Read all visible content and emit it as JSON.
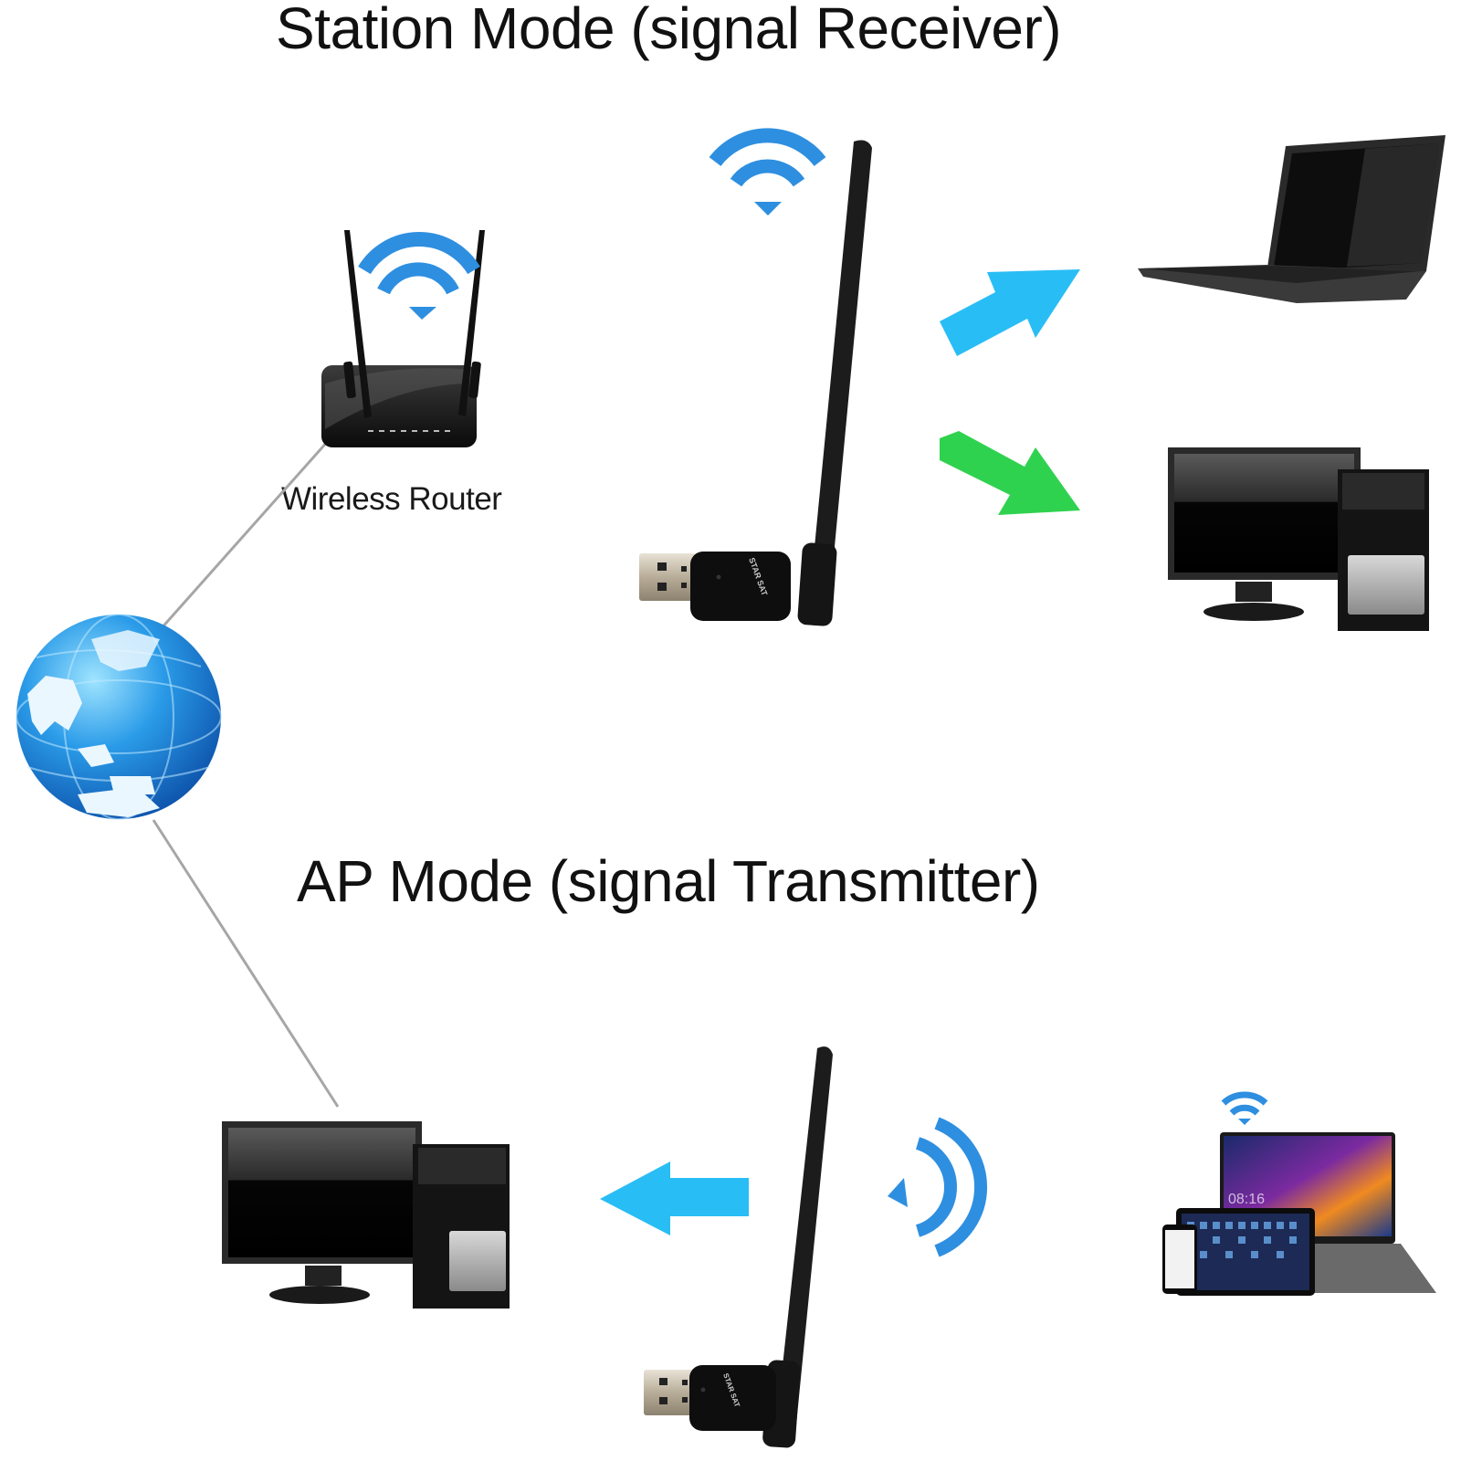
{
  "diagram": {
    "station_mode": {
      "title": "Station Mode (signal Receiver)",
      "router_label": "Wireless Router",
      "adapter_brand": "STAR SAT",
      "targets": [
        "laptop",
        "desktop-computer"
      ],
      "arrow_colors": {
        "to_laptop": "#29bdf5",
        "to_desktop": "#2fd24f"
      }
    },
    "ap_mode": {
      "title": "AP Mode (signal Transmitter)",
      "adapter_brand": "STAR SAT",
      "source_devices": [
        "laptop",
        "tablet",
        "smartphone"
      ],
      "device_screen_time": "08:16",
      "arrow_color": "#29bdf5"
    },
    "colors": {
      "wifi_icon": "#2e8fe0",
      "arrow_blue": "#29bdf5",
      "arrow_green": "#2fd24f",
      "connector_line": "#a6a6a6",
      "globe": "#1a78d0"
    }
  }
}
